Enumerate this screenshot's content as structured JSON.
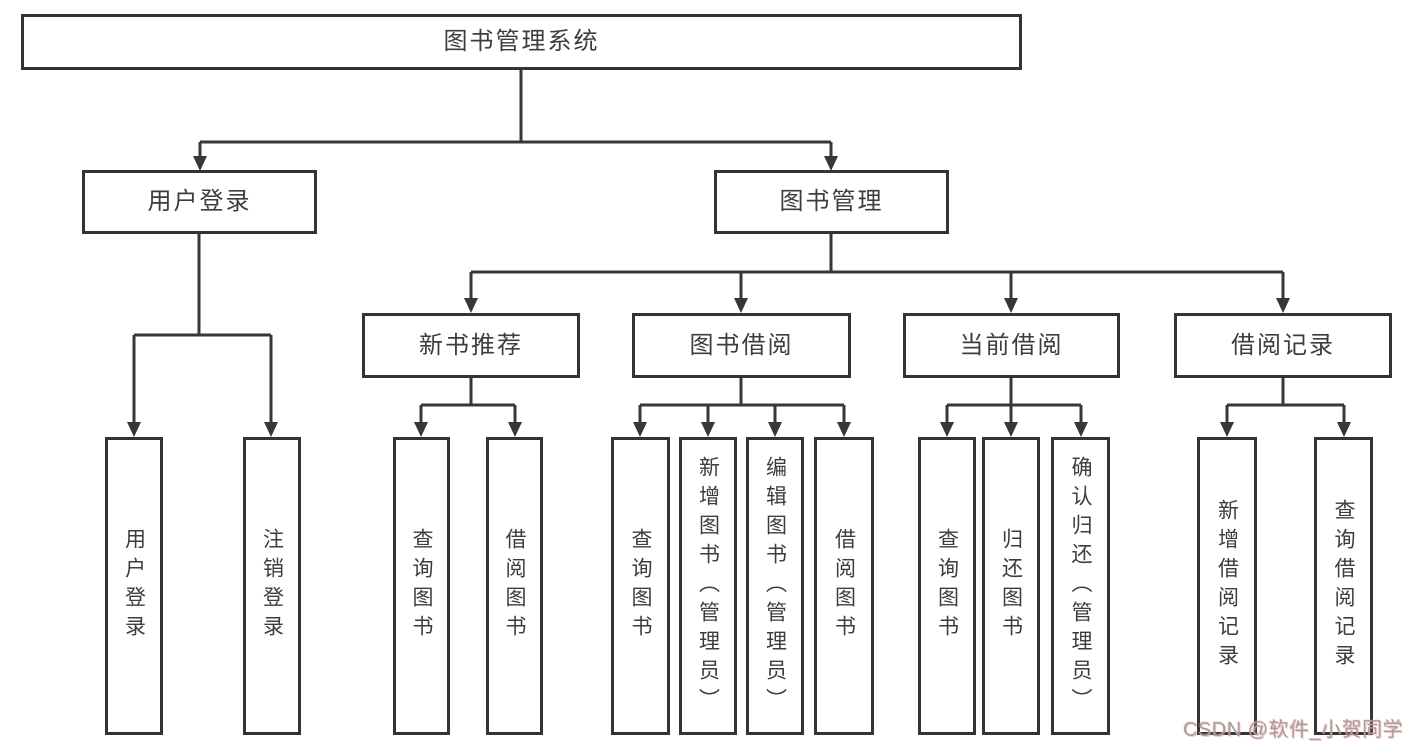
{
  "diagram": {
    "title": "图书管理系统",
    "level2": [
      {
        "label": "用户登录"
      },
      {
        "label": "图书管理"
      }
    ],
    "level3": [
      {
        "label": "新书推荐"
      },
      {
        "label": "图书借阅"
      },
      {
        "label": "当前借阅"
      },
      {
        "label": "借阅记录"
      }
    ],
    "leaves": [
      {
        "label": "用户登录"
      },
      {
        "label": "注销登录"
      },
      {
        "label": "查询图书"
      },
      {
        "label": "借阅图书"
      },
      {
        "label": "查询图书"
      },
      {
        "label": "新增图书（管理员）"
      },
      {
        "label": "编辑图书（管理员）"
      },
      {
        "label": "借阅图书"
      },
      {
        "label": "查询图书"
      },
      {
        "label": "归还图书"
      },
      {
        "label": "确认归还（管理员）"
      },
      {
        "label": "新增借阅记录"
      },
      {
        "label": "查询借阅记录"
      }
    ]
  },
  "watermark": {
    "text": "CSDN @软件_小贺同学"
  },
  "colors": {
    "line": "#373737",
    "text": "#3d3d3d",
    "background": "#ffffff",
    "watermark": "#a0a0a0",
    "watermark_shadow": "#ff9b9b"
  }
}
